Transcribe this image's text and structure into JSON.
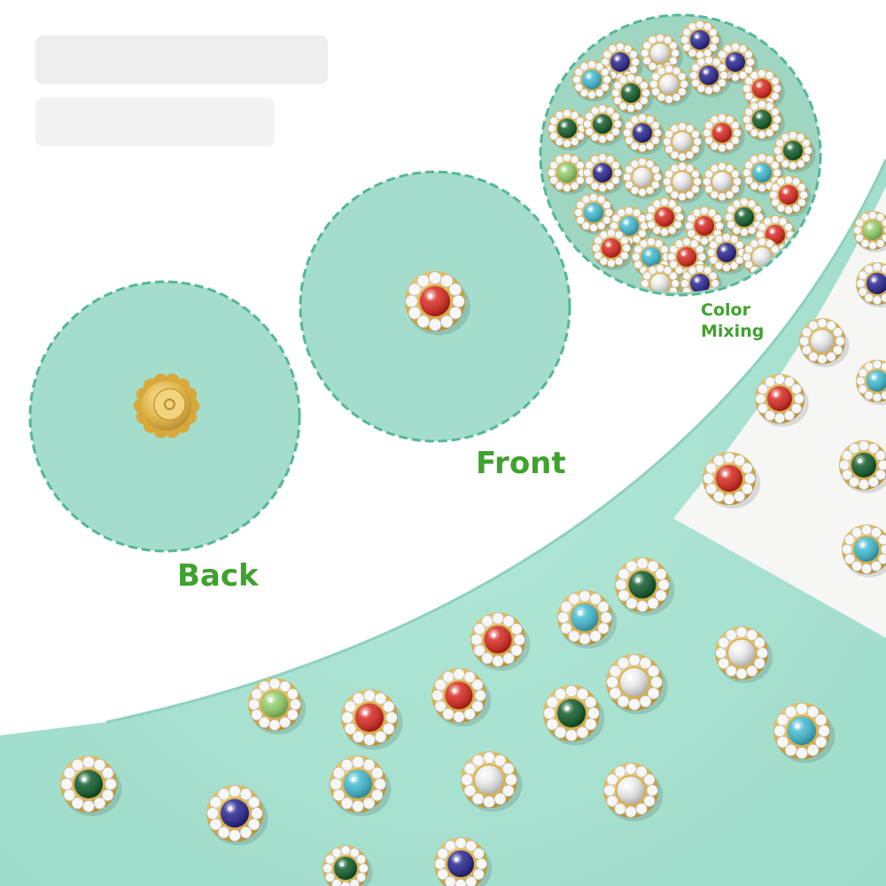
{
  "labels": {
    "back": "Back",
    "front": "Front",
    "color_mixing_line1": "Color",
    "color_mixing_line2": "Mixing"
  },
  "colors": {
    "teal_background": "#a9e3d2",
    "panel_white": "#ffffff",
    "dashed_circle_border": "#55b795",
    "label_green": "#3fa12e",
    "gold_setting": "#d9b35a",
    "stone_red": "#d7261e",
    "stone_green": "#0f5a2a",
    "stone_blue": "#25248f",
    "stone_aqua": "#3fb8cf",
    "stone_clear": "#eeeeee",
    "stone_lime": "#8fce6a"
  },
  "icons": {
    "back_view": "gold-button-back-icon",
    "front_view": "red-rhinestone-icon",
    "mix": "rhinestone-icon"
  }
}
